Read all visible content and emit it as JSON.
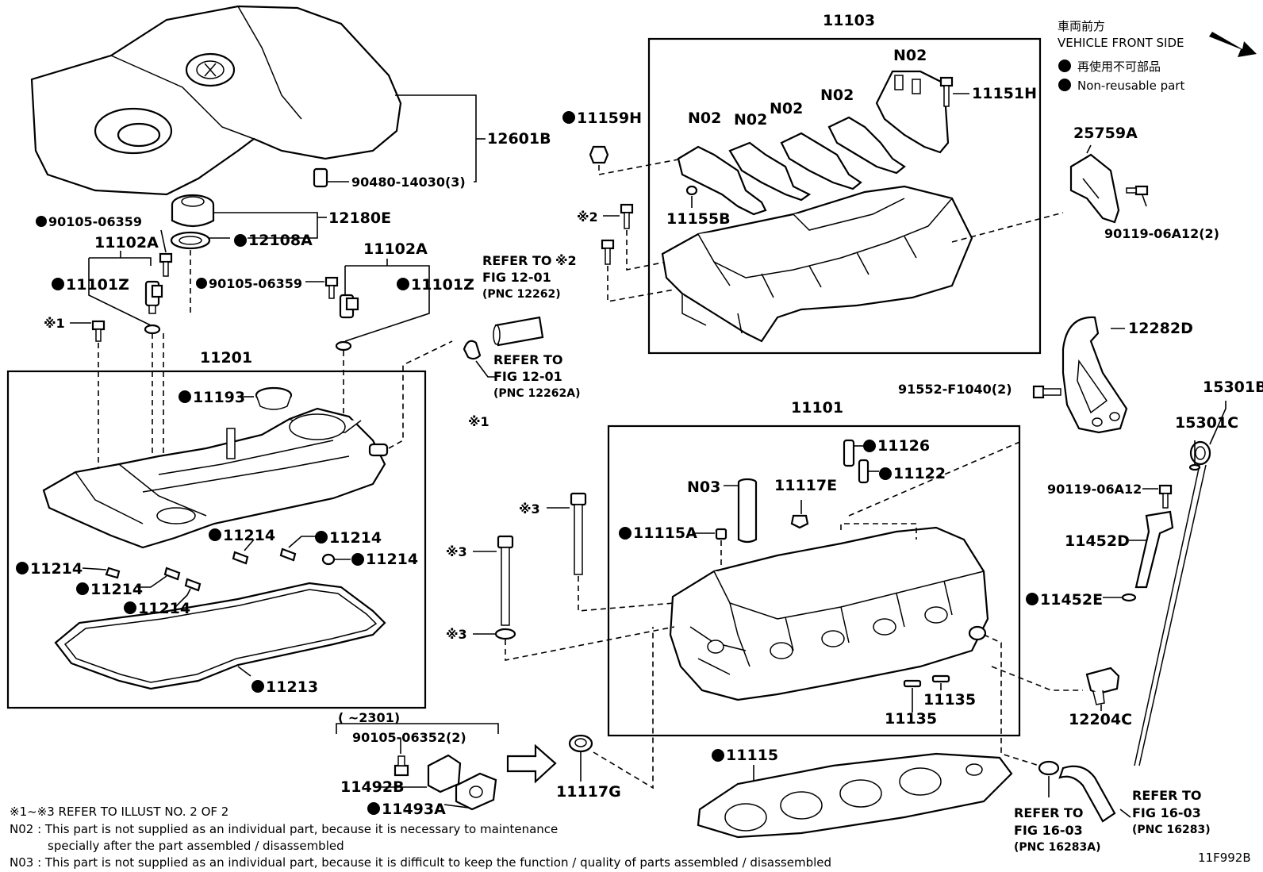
{
  "legend": {
    "title_jp": "車両前方",
    "title_en": "VEHICLE FRONT SIDE",
    "nonreusable_jp": "再使用不可部品",
    "nonreusable_en": "Non-reusable part"
  },
  "parts": {
    "p12601B": "12601B",
    "p90480": "90480-14030(3)",
    "p12180E": "12180E",
    "p12108A": "12108A",
    "p90105a": "90105-06359",
    "p11102A_l": "11102A",
    "p11101Z_l": "11101Z",
    "p90105b": "90105-06359",
    "p11102A_r": "11102A",
    "p11101Z_r": "11101Z",
    "p11201": "11201",
    "p11193": "11193",
    "p11214_a": "11214",
    "p11214_b": "11214",
    "p11214_c": "11214",
    "p11214_d": "11214",
    "p11214_e": "11214",
    "p11214_f": "11214",
    "p11213": "11213",
    "p11159H": "11159H",
    "p11103": "11103",
    "pN02_a": "N02",
    "pN02_b": "N02",
    "pN02_c": "N02",
    "pN02_d": "N02",
    "pN02_e": "N02",
    "p11151H": "11151H",
    "p11155B": "11155B",
    "p25759A": "25759A",
    "p90119_2": "90119-06A12(2)",
    "p12282D": "12282D",
    "p91552": "91552-F1040(2)",
    "p15301B": "15301B",
    "p15301C": "15301C",
    "p90119": "90119-06A12",
    "p11452D": "11452D",
    "p11452E": "11452E",
    "p12204C": "12204C",
    "p11101": "11101",
    "p11126": "11126",
    "p11122": "11122",
    "pN03": "N03",
    "p11117E": "11117E",
    "p11115A": "11115A",
    "p11135_a": "11135",
    "p11135_b": "11135",
    "p11115": "11115",
    "p11117G": "11117G",
    "p2301": "(      ~2301)",
    "p90105_06352": "90105-06352(2)",
    "p11492B": "11492B",
    "p11493A": "11493A"
  },
  "marks": {
    "m1_l": "※1",
    "m1_r": "※1",
    "m2_a": "※2",
    "m2_b": "※2",
    "m3_a": "※3",
    "m3_b": "※3",
    "m3_c": "※3"
  },
  "refs": {
    "ref1_a": "REFER TO",
    "ref1_b": "FIG 12-01",
    "ref1_c": "(PNC 12262)",
    "ref2_a": "REFER TO",
    "ref2_b": "FIG 12-01",
    "ref2_c": "(PNC 12262A)",
    "ref3_a": "REFER TO",
    "ref3_b": "FIG 16-03",
    "ref3_c": "(PNC 16283A)",
    "ref4_a": "REFER TO",
    "ref4_b": "FIG 16-03",
    "ref4_c": "(PNC 16283)"
  },
  "notes": {
    "n1": "※1~※3  REFER TO ILLUST NO. 2 OF 2",
    "n2": "N02 : This part is not supplied as an individual part, because it is necessary to maintenance",
    "n3": "specially after the part assembled / disassembled",
    "n4": "N03 : This part is not supplied as an individual part, because it is difficult to keep the function / quality of parts  assembled / disassembled",
    "fig_id": "11F992B"
  }
}
